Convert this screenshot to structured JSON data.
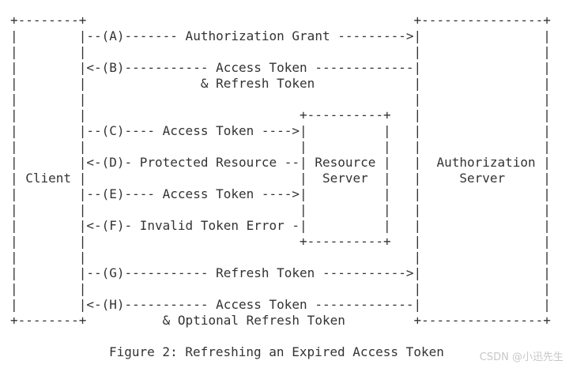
{
  "figure": {
    "ascii": "+--------+                                           +----------------+\n|        |--(A)------- Authorization Grant --------->|                |\n|        |                                           |                |\n|        |<-(B)----------- Access Token -------------|                |\n|        |               & Refresh Token             |                |\n|        |                                           |                |\n|        |                            +----------+   |                |\n|        |--(C)---- Access Token ---->|          |   |                |\n|        |                            |          |   |                |\n|        |<-(D)- Protected Resource --| Resource |   |  Authorization |\n| Client |                            |  Server  |   |     Server     |\n|        |--(E)---- Access Token ---->|          |   |                |\n|        |                            |          |   |                |\n|        |<-(F)- Invalid Token Error -|          |   |                |\n|        |                            +----------+   |                |\n|        |                                           |                |\n|        |--(G)----------- Refresh Token ----------->|                |\n|        |                                           |                |\n|        |<-(H)----------- Access Token -------------|                |\n+--------+          & Optional Refresh Token         +----------------+",
    "caption": "Figure 2: Refreshing an Expired Access Token",
    "nodes": [
      "Client",
      "Resource Server",
      "Authorization Server"
    ],
    "steps": [
      {
        "id": "A",
        "from": "Client",
        "to": "Authorization Server",
        "label": "Authorization Grant"
      },
      {
        "id": "B",
        "from": "Authorization Server",
        "to": "Client",
        "label": "Access Token & Refresh Token"
      },
      {
        "id": "C",
        "from": "Client",
        "to": "Resource Server",
        "label": "Access Token"
      },
      {
        "id": "D",
        "from": "Resource Server",
        "to": "Client",
        "label": "Protected Resource"
      },
      {
        "id": "E",
        "from": "Client",
        "to": "Resource Server",
        "label": "Access Token"
      },
      {
        "id": "F",
        "from": "Resource Server",
        "to": "Client",
        "label": "Invalid Token Error"
      },
      {
        "id": "G",
        "from": "Client",
        "to": "Authorization Server",
        "label": "Refresh Token"
      },
      {
        "id": "H",
        "from": "Authorization Server",
        "to": "Client",
        "label": "Access Token & Optional Refresh Token"
      }
    ]
  },
  "watermark": {
    "text": "CSDN @小迅先生"
  },
  "colors": {
    "text": "#333333",
    "background": "#ffffff",
    "watermark": "#c9c8c8"
  }
}
